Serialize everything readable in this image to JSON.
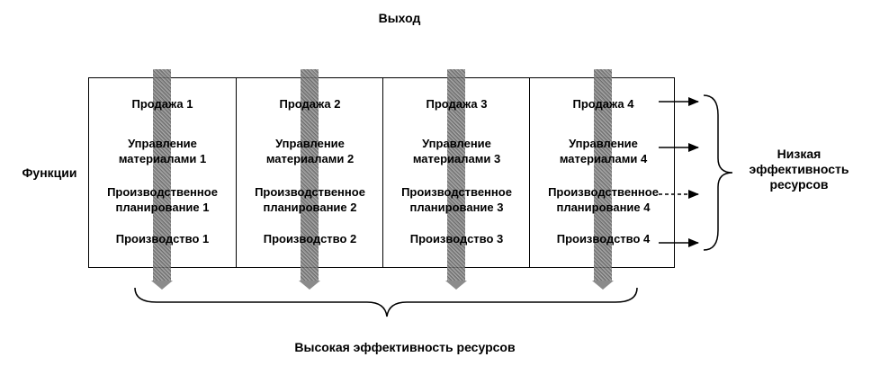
{
  "top_label": "Выход",
  "left_label": "Функции",
  "right_label": "Низкая эффективность ресурсов",
  "bottom_label": "Высокая эффективность ресурсов",
  "columns": [
    {
      "sales": "Продажа 1",
      "materials": "Управление материалами 1",
      "planning": "Производственное планирование 1",
      "production": "Производство 1"
    },
    {
      "sales": "Продажа 2",
      "materials": "Управление материалами 2",
      "planning": "Производственное планирование 2",
      "production": "Производство 2"
    },
    {
      "sales": "Продажа 3",
      "materials": "Управление материалами 3",
      "planning": "Производственное планирование 3",
      "production": "Производство 3"
    },
    {
      "sales": "Продажа 4",
      "materials": "Управление материалами 4",
      "planning": "Производственное планирование 4",
      "production": "Производство 4"
    }
  ]
}
